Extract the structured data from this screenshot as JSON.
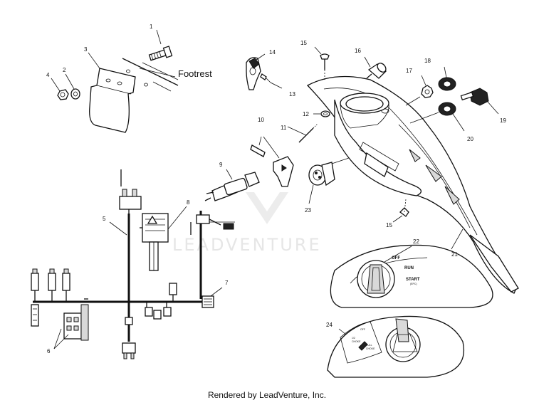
{
  "diagram": {
    "callouts": [
      "1",
      "2",
      "3",
      "4",
      "5",
      "6",
      "7",
      "8",
      "9",
      "10",
      "11",
      "12",
      "13",
      "14",
      "15",
      "15",
      "16",
      "17",
      "18",
      "19",
      "20",
      "21",
      "22",
      "23",
      "24"
    ],
    "footrest_label": "Footrest",
    "ignition_labels": {
      "off": "OFF",
      "run": "RUN",
      "start": "START",
      "start_sub": "(EPC)"
    },
    "choke_labels": [
      "OFF",
      "1/2",
      "CHOKE",
      "FULL",
      "CHOKE"
    ],
    "watermark": "LEADVENTURE"
  },
  "footer": {
    "credit": "Rendered by LeadVenture, Inc."
  }
}
